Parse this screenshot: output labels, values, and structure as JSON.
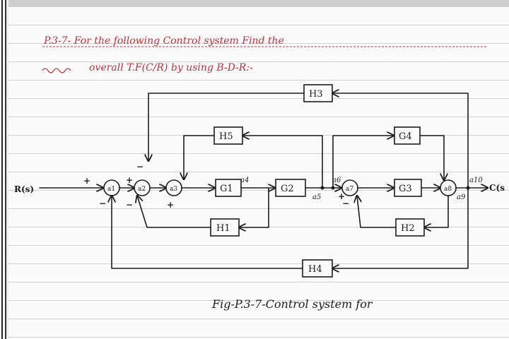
{
  "header": {
    "line1": "P.3-7- For the following Control system Find the",
    "line2": "overall T.F(C/R) by using B-D-R:-"
  },
  "signals": {
    "input": "R(s)",
    "output": "C(s"
  },
  "nodes": [
    "a1",
    "a2",
    "a3",
    "a7",
    "a8"
  ],
  "point_labels": {
    "a4": "a4",
    "a5": "a5",
    "a6": "a6",
    "a9": "a9",
    "a10": "a10"
  },
  "blocks": {
    "G1": "G1",
    "G2": "G2",
    "G3": "G3",
    "G4": "G4",
    "H1": "H1",
    "H2": "H2",
    "H3": "H3",
    "H4": "H4",
    "H5": "H5"
  },
  "signs": {
    "plus": "+",
    "minus": "−"
  },
  "caption": "Fig-P.3-7-Control system for",
  "colors": {
    "ink": "#1c1c1c",
    "header_ink": "#c0303b",
    "rule_line": "#c9d3e0"
  }
}
